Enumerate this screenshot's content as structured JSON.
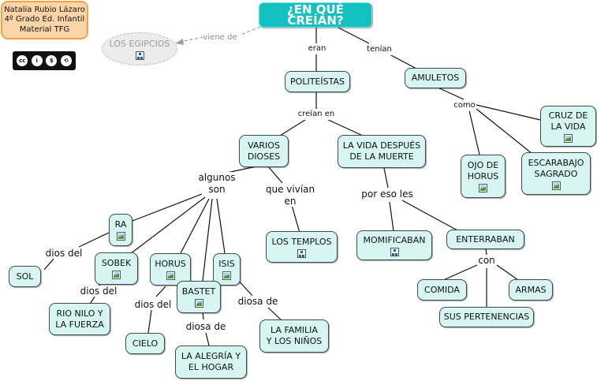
{
  "info_box": {
    "line1": "Natalia Rubio Lázaro",
    "line2": "4º Grado Ed. Infantil",
    "line3": "Material TFG"
  },
  "license_badge": {
    "icons": [
      "cc-icon",
      "by-icon",
      "nc-icon",
      "sa-icon"
    ],
    "glyphs": [
      "cc",
      "i",
      "$",
      "⟲"
    ]
  },
  "title": "¿EN QUÉ CREÍAN?",
  "ghost": {
    "label": "LOS EGIPCIOS"
  },
  "nodes": {
    "politeistas": "POLITEÍSTAS",
    "amuletos": "AMULETOS",
    "varios_dioses": [
      "VARIOS",
      "DIOSES"
    ],
    "vida_despues": [
      "LA VIDA DESPUÉS",
      "DE LA MUERTE"
    ],
    "cruz": [
      "CRUZ  DE",
      "LA VIDA"
    ],
    "escarabajo": [
      "ESCARABAJO",
      "SAGRADO"
    ],
    "ojo": [
      "OJO DE",
      "HORUS"
    ],
    "ra": "RA",
    "sobek": "SOBEK",
    "horus": "HORUS",
    "isis": "ISIS",
    "bastet": "BASTET",
    "templos": "LOS TEMPLOS",
    "momificaban": "MOMIFICABAN",
    "enterraban": "ENTERRABAN",
    "sol": "SOL",
    "rio_nilo": [
      "RIO NILO Y",
      "LA FUERZA"
    ],
    "cielo": "CIELO",
    "alegria": [
      "LA ALEGRÍA Y",
      "EL HOGAR"
    ],
    "familia": [
      "LA FAMILIA",
      "Y LOS NIÑOS"
    ],
    "comida": "COMIDA",
    "armas": "ARMAS",
    "pertenencias": "SUS PERTENENCIAS"
  },
  "links": {
    "viene_de": "viene de",
    "eran": "eran",
    "tenian": "tenían",
    "creian_en": "creían en",
    "como": "como",
    "algunos": "algunos",
    "son": "son",
    "que_vivian": "que vivían",
    "en": "en",
    "por_eso_les": "por eso les",
    "dios_del_1": "dios del",
    "dios_del_2": "dios del",
    "dios_del_3": "dios del",
    "diosa_de_1": "diosa de",
    "diosa_de_2": "diosa de",
    "con": "con"
  },
  "colors": {
    "node_fill": "#d6f5f3",
    "title_fill": "#14c1c1",
    "info_fill": "#fbd5a8",
    "line": "#111111"
  }
}
